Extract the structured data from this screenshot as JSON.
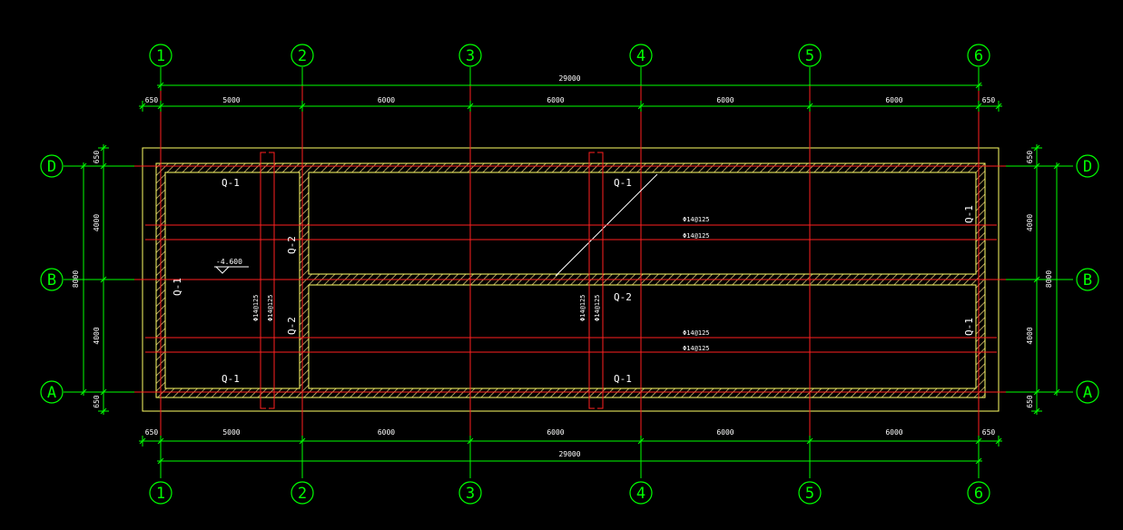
{
  "colors": {
    "background": "#000000",
    "grid": "#ff2020",
    "dimension": "#00ff00",
    "outline": "#ffff66",
    "text": "#ffffff",
    "bubble": "#00ff00"
  },
  "axes": {
    "numbered": [
      "1",
      "2",
      "3",
      "4",
      "5",
      "6"
    ],
    "lettered": [
      "D",
      "B",
      "A"
    ]
  },
  "dimensions": {
    "overall_horizontal": "29000",
    "horizontal_segments": [
      "650",
      "5000",
      "6000",
      "6000",
      "6000",
      "6000",
      "650"
    ],
    "overall_vertical": "8000",
    "vertical_segments": [
      "650",
      "4000",
      "4000",
      "650"
    ]
  },
  "labels": {
    "q1": "Q-1",
    "q2": "Q-2",
    "elevation": "-4.600",
    "rebar": "Φ14@125"
  }
}
